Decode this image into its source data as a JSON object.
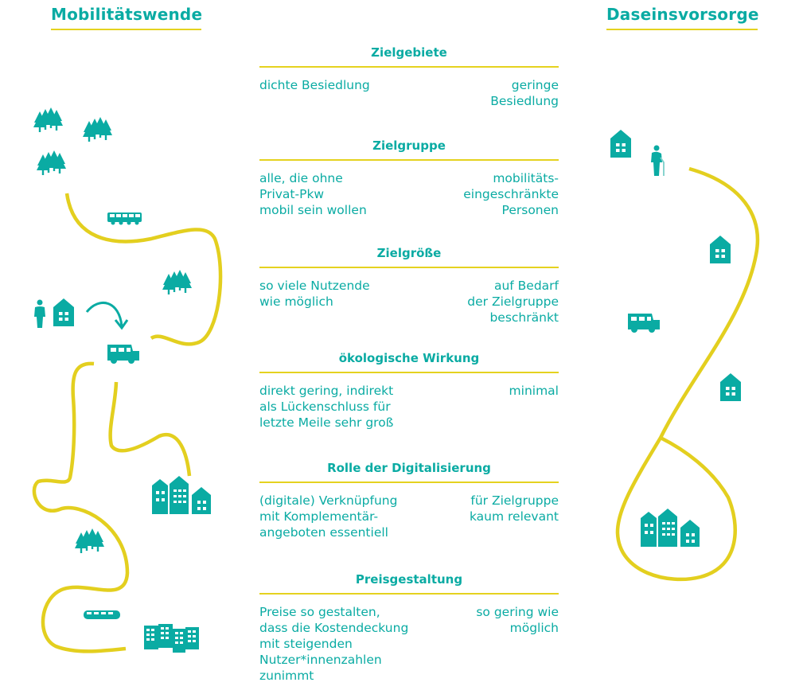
{
  "titles": {
    "left": "Mobilitätswende",
    "right": "Daseinsvorsorge"
  },
  "colors": {
    "teal": "#0aaba3",
    "yellow": "#e3cf1f"
  },
  "sections": [
    {
      "heading": "Zielgebiete",
      "left": "dichte Besiedlung",
      "right": "geringe\nBesiedlung"
    },
    {
      "heading": "Zielgruppe",
      "left": "alle, die ohne\nPrivat-Pkw\nmobil sein wollen",
      "right": "mobilitäts-\neingeschränkte\nPersonen"
    },
    {
      "heading": "Zielgröße",
      "left": "so viele Nutzende\nwie möglich",
      "right": "auf Bedarf\nder Zielgruppe\nbeschränkt"
    },
    {
      "heading": "ökologische Wirkung",
      "left": "direkt gering, indirekt\nals Lückenschluss für\nletzte Meile sehr groß",
      "right": "minimal"
    },
    {
      "heading": "Rolle der Digitalisierung",
      "left": "(digitale) Verknüpfung\nmit Komplementär-\nangeboten essentiell",
      "right": "für Zielgruppe\nkaum relevant"
    },
    {
      "heading": "Preisgestaltung",
      "left": "Preise so gestalten,\ndass die Kostendeckung\nmit steigenden\nNutzer*innenzahlen\nzunimmt",
      "right": "so gering wie\nmöglich"
    }
  ],
  "icons": {
    "left": [
      "forest-icon",
      "forest-icon",
      "forest-icon",
      "bus-icon",
      "forest-icon",
      "person-icon",
      "house-icon",
      "arrow-icon",
      "minibus-icon",
      "town-icon",
      "forest-icon",
      "train-icon",
      "city-icon"
    ],
    "right": [
      "house-icon",
      "elderly-person-icon",
      "house-icon",
      "minibus-icon",
      "house-icon",
      "town-icon"
    ]
  }
}
